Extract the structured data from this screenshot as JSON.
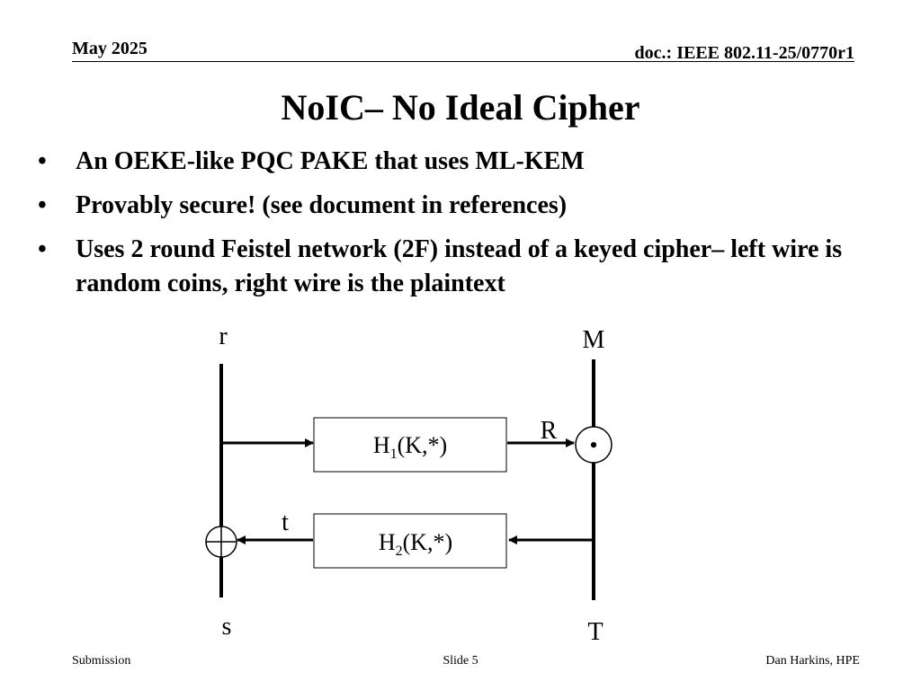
{
  "header": {
    "date": "May 2025",
    "doc": "doc.: IEEE 802.11-25/0770r1"
  },
  "slide": {
    "title": "NoIC– No Ideal Cipher",
    "bullets": [
      "An OEKE-like PQC PAKE that uses ML-KEM",
      "Provably secure! (see document in references)",
      "Uses 2 round Feistel network (2F) instead of a keyed cipher– left wire is random coins, right wire is the plaintext"
    ],
    "bullet_glyph": "•"
  },
  "diagram": {
    "left_wire_top": "r",
    "left_wire_bottom": "s",
    "right_wire_top": "M",
    "right_wire_bottom": "T",
    "box1": {
      "func": "H",
      "sub": "1",
      "args": "(K,*)"
    },
    "box2": {
      "func": "H",
      "sub": "2",
      "args": "(K,*)"
    },
    "label_R": "R",
    "label_t": "t",
    "odot_symbol": "•"
  },
  "footer": {
    "left": "Submission",
    "center": "Slide 5",
    "right": "Dan Harkins, HPE"
  }
}
